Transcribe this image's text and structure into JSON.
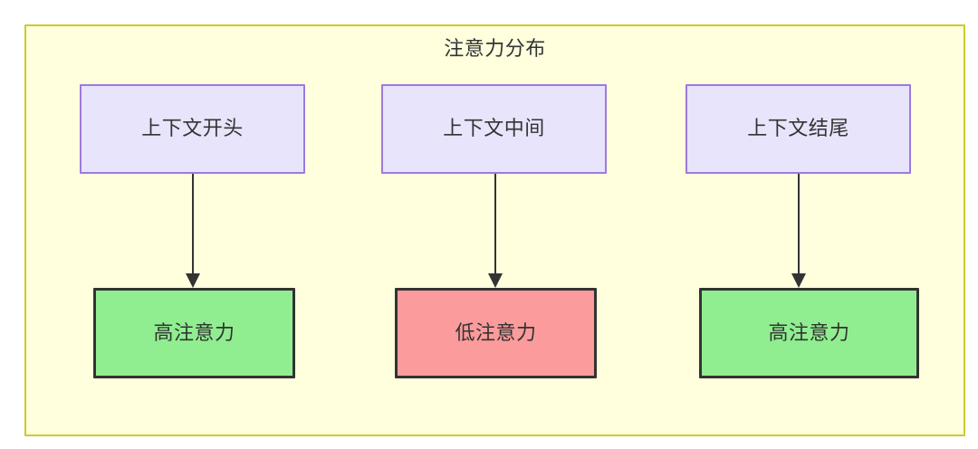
{
  "diagram": {
    "title": "注意力分布",
    "background_color": "#ffffde",
    "border_color": "#cbcb2e",
    "canvas_background": "#ffffff",
    "edge_color": "#333333",
    "nodes": {
      "context": [
        {
          "id": "ctx-start",
          "label": "上下文开头",
          "fill": "#e8e4fb",
          "stroke": "#9d79e0"
        },
        {
          "id": "ctx-middle",
          "label": "上下文中间",
          "fill": "#e8e4fb",
          "stroke": "#9d79e0"
        },
        {
          "id": "ctx-end",
          "label": "上下文结尾",
          "fill": "#e8e4fb",
          "stroke": "#9d79e0"
        }
      ],
      "attention": [
        {
          "id": "att-start",
          "label": "高注意力",
          "fill": "#90ee90",
          "stroke": "#333333"
        },
        {
          "id": "att-middle",
          "label": "低注意力",
          "fill": "#fb9b9b",
          "stroke": "#333333"
        },
        {
          "id": "att-end",
          "label": "高注意力",
          "fill": "#90ee90",
          "stroke": "#333333"
        }
      ]
    },
    "edges": [
      {
        "from": "上下文开头",
        "to": "高注意力"
      },
      {
        "from": "上下文中间",
        "to": "低注意力"
      },
      {
        "from": "上下文结尾",
        "to": "高注意力"
      }
    ]
  }
}
